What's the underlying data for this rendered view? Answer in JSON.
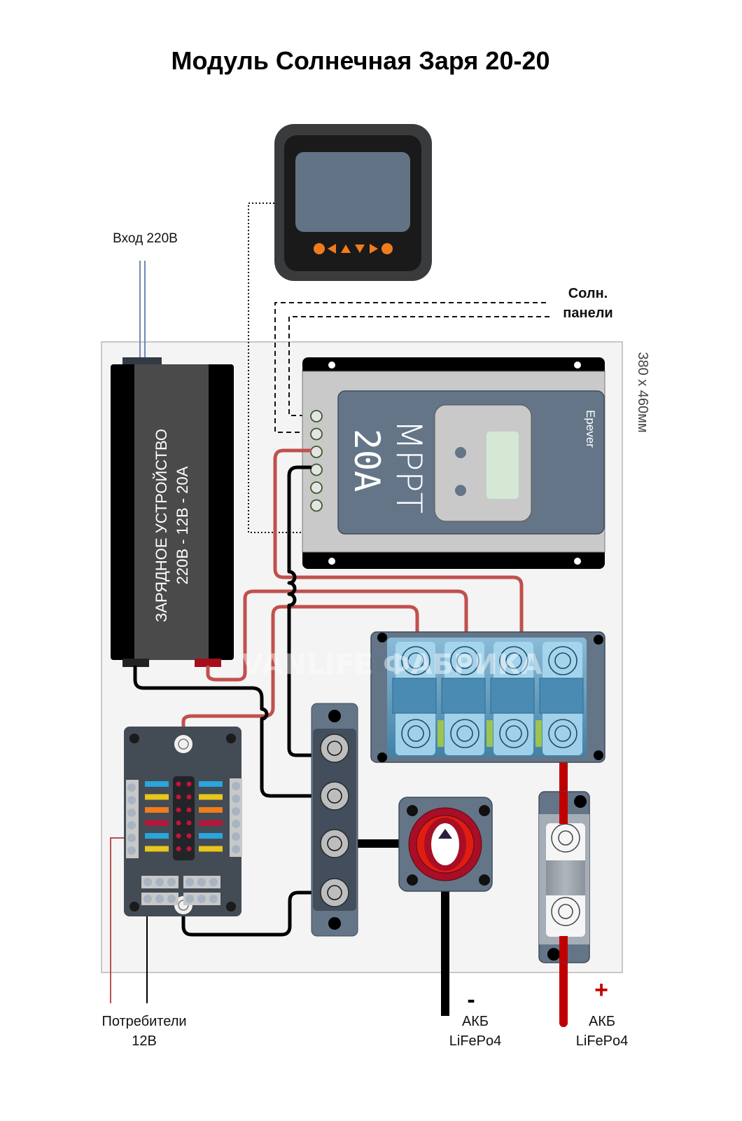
{
  "title": "Модуль Солнечная Заря 20-20",
  "labels": {
    "input_220v": "Вход 220В",
    "solar_panels_line1": "Солн.",
    "solar_panels_line2": "панели",
    "dimensions": "380 х 460мм",
    "consumers_line1": "Потребители",
    "consumers_line2": "12В",
    "battery_negative_sign": "-",
    "battery_negative_line1": "АКБ",
    "battery_negative_line2": "LiFePo4",
    "battery_positive_sign": "+",
    "battery_positive_line1": "АКБ",
    "battery_positive_line2": "LiFePo4"
  },
  "charger": {
    "line1": "ЗАРЯДНОЕ УСТРОЙСТВО",
    "line2": "220В - 12В - 20А"
  },
  "mppt": {
    "model_line1": "MPPT",
    "model_line2": "20A",
    "brand": "Epever",
    "terminal_count": 6
  },
  "display_remote": {
    "buttons": [
      "circle",
      "left",
      "up",
      "down",
      "right",
      "circle"
    ]
  },
  "breaker_block": {
    "breaker_count": 4
  },
  "fuse_box": {
    "fuse_colors_left": [
      "#2aa5dc",
      "#e8c61c",
      "#f07c1c",
      "#b8153a",
      "#2aa5dc",
      "#e8c61c"
    ],
    "fuse_colors_right": [
      "#2aa5dc",
      "#e8c61c",
      "#f07c1c",
      "#b8153a",
      "#2aa5dc",
      "#e8c61c"
    ]
  },
  "bus_bar": {
    "stud_count": 4
  },
  "watermark": "VANLIFE ФАБРИКА",
  "colors": {
    "wire_positive": "#c0504d",
    "wire_negative": "#000000",
    "battery_positive": "#c00000",
    "accent_orange": "#f07c1c",
    "panel_background": "#f4f4f4"
  }
}
